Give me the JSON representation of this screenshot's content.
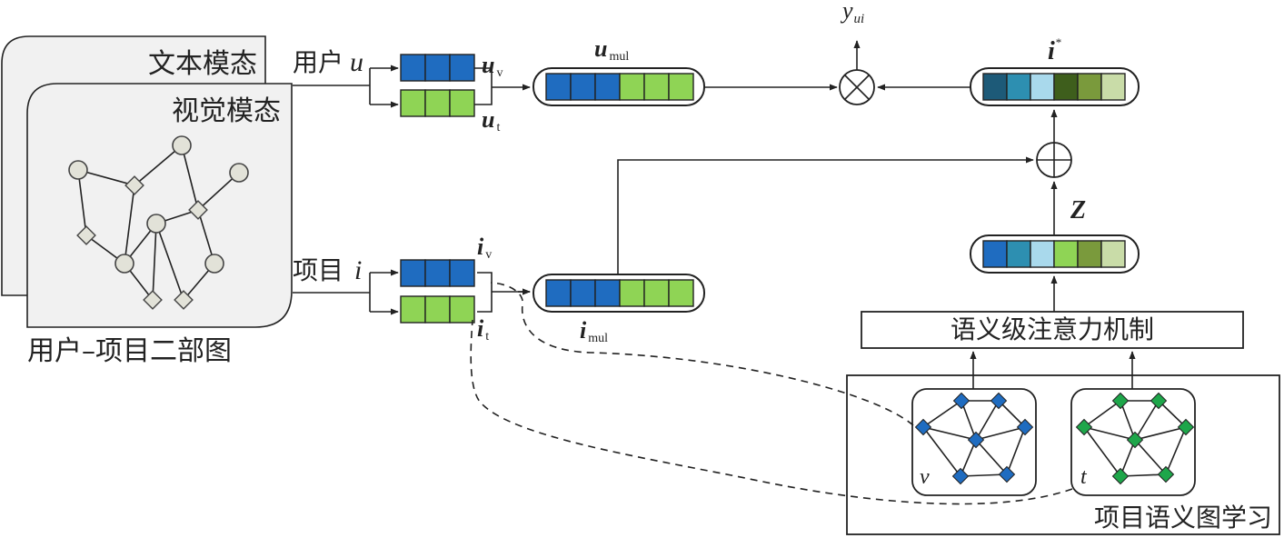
{
  "modalities": {
    "text": "文本模态",
    "visual": "视觉模态"
  },
  "graph_caption": "用户–项目二部图",
  "user_label": "用户",
  "user_var": "u",
  "item_label": "项目",
  "item_var": "i",
  "u_v": {
    "base": "u",
    "sub": "v"
  },
  "u_t": {
    "base": "u",
    "sub": "t"
  },
  "i_v": {
    "base": "i",
    "sub": "v"
  },
  "i_t": {
    "base": "i",
    "sub": "t"
  },
  "u_mul": {
    "base": "u",
    "sub": "mul"
  },
  "i_mul": {
    "base": "i",
    "sub": "mul"
  },
  "output": {
    "base": "y",
    "sub": "ui"
  },
  "i_star": {
    "base": "i",
    "sup": "*"
  },
  "z_label": "Z",
  "attention_label": "语义级注意力机制",
  "semantic_graph_label": "项目语义图学习",
  "graph_v": "v",
  "graph_t": "t",
  "colors": {
    "visual_blue": "#1f6cc0",
    "text_green": "#8fd455",
    "fused": [
      "#1d5a78",
      "#2d8fb1",
      "#a9d9ec",
      "#3e5e1c",
      "#7a9a3c",
      "#c9dca8"
    ],
    "z": [
      "#1f6cc0",
      "#2d8fb1",
      "#a9d9ec",
      "#8fd455",
      "#7a9a3c",
      "#c9dca8"
    ],
    "v_graph_node": "#1f6cc0",
    "t_graph_node": "#1ea64a"
  }
}
